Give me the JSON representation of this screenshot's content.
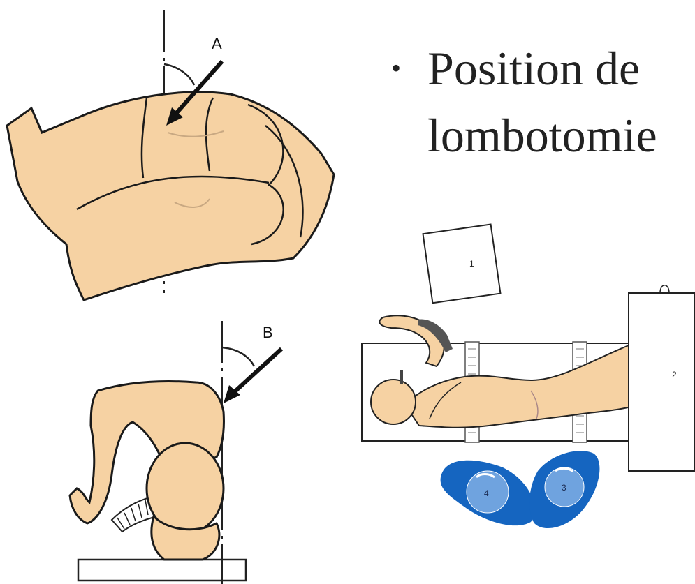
{
  "slide": {
    "bullet": "•",
    "title_line1": "Position de",
    "title_line2": "lombotomie"
  },
  "figure_a": {
    "label": "A"
  },
  "figure_b": {
    "label": "B"
  },
  "figure_c": {
    "labels": {
      "one": "1",
      "two": "2",
      "three": "3",
      "four": "4"
    }
  },
  "colors": {
    "skin": "#F6D2A3",
    "stroke": "#1a1a1a",
    "pad_dark": "#1565C0",
    "pad_light": "#6FA3DF"
  }
}
